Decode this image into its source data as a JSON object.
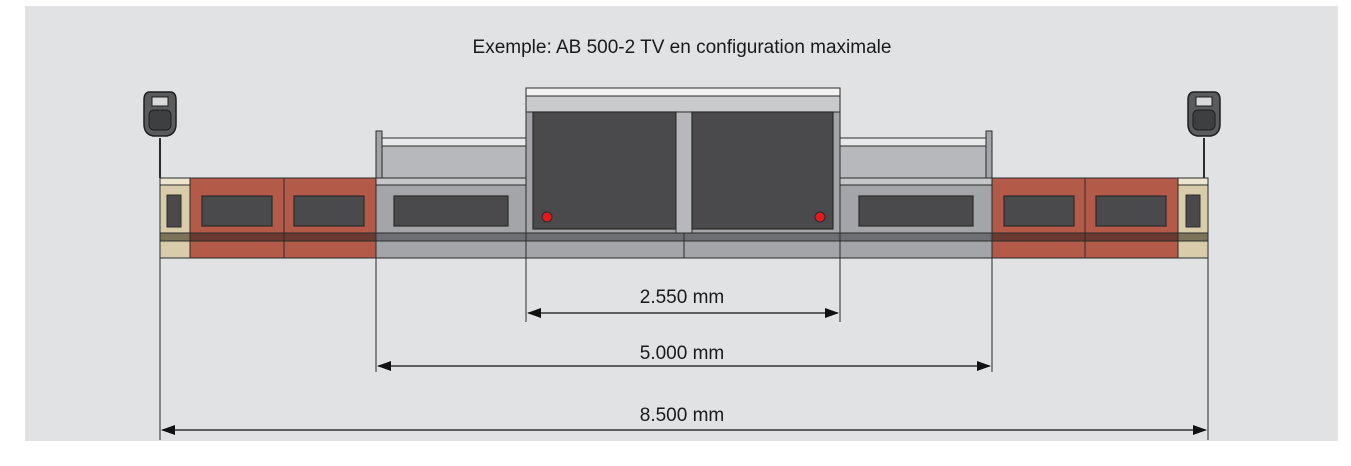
{
  "title": "Exemple: AB 500-2 TV en configuration maximale",
  "dimensions": {
    "inner": "2.550 mm",
    "middle": "5.000 mm",
    "outer": "8.500 mm"
  },
  "colors": {
    "background": "#e1e2e4",
    "stroke": "#2b2b2b",
    "gray_section": "#a3a5a8",
    "gray_light": "#b6b8bb",
    "brick": "#b35a48",
    "beige": "#d8ccab",
    "window": "#4a4a4c",
    "indicator": "#e3191c"
  },
  "icons": [
    "security-camera-icon",
    "security-camera-icon"
  ]
}
